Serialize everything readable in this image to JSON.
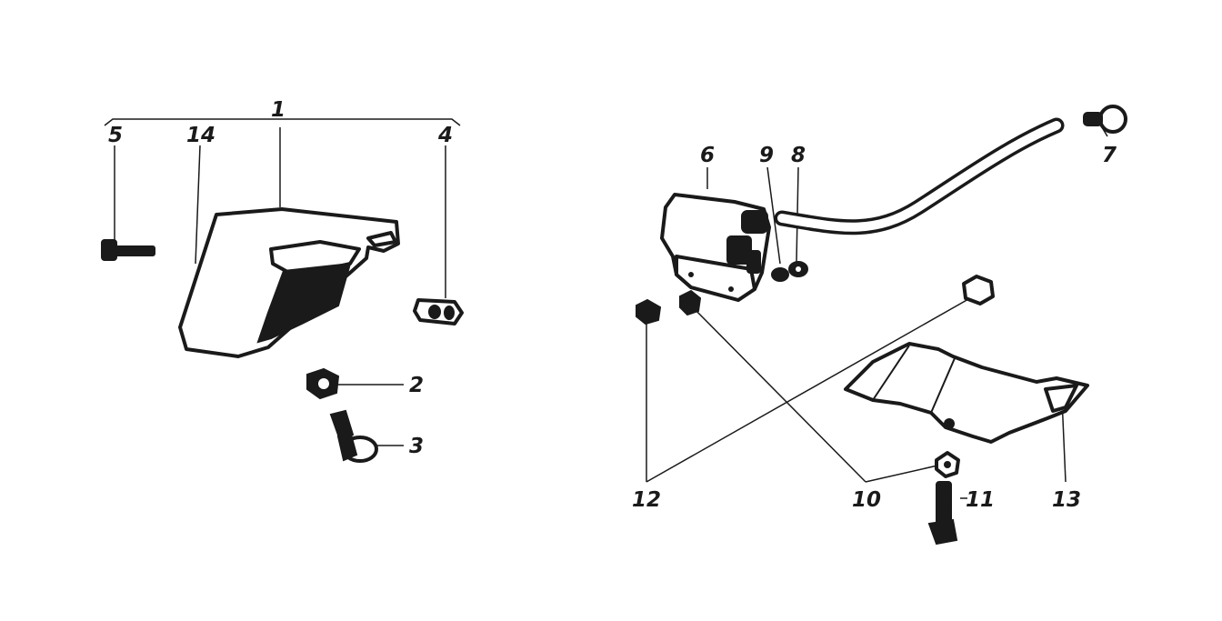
{
  "callouts": {
    "c1": "1",
    "c2": "2",
    "c3": "3",
    "c4": "4",
    "c5": "5",
    "c6": "6",
    "c7": "7",
    "c8": "8",
    "c9": "9",
    "c10": "10",
    "c11": "11",
    "c12": "12",
    "c13": "13",
    "c14": "14"
  },
  "colors": {
    "ink": "#1a1a1a",
    "paper": "#ffffff"
  }
}
